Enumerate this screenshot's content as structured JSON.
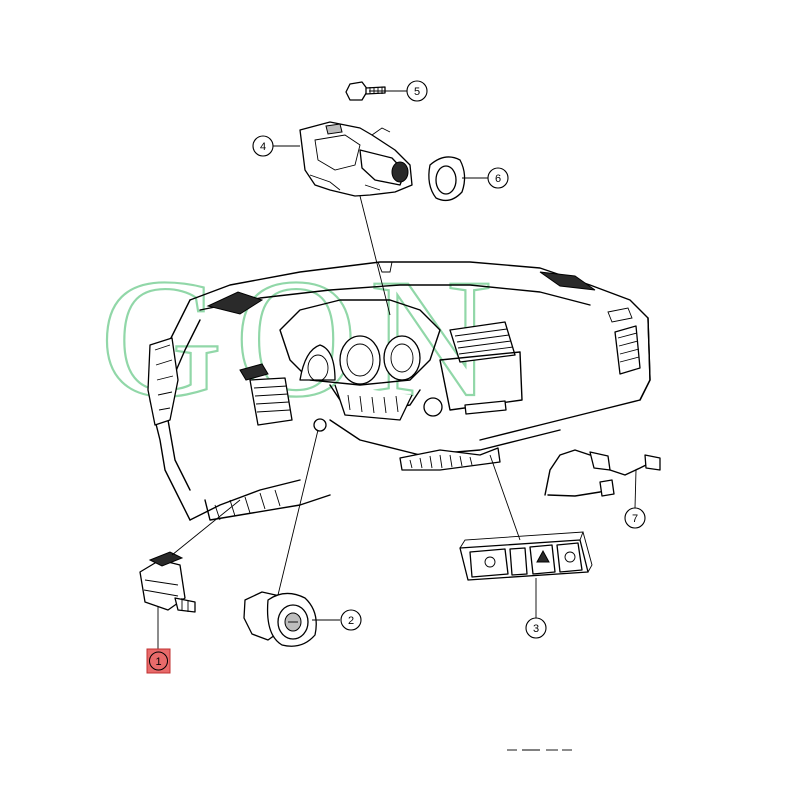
{
  "diagram": {
    "watermark": "GON",
    "colors": {
      "watermark": "#7ed19a",
      "highlight_fill": "#e86a6a",
      "highlight_stroke": "#c03030",
      "line": "#000000",
      "background": "#ffffff"
    },
    "callouts": [
      {
        "id": "1",
        "label": "1",
        "highlighted": true
      },
      {
        "id": "2",
        "label": "2",
        "highlighted": false
      },
      {
        "id": "3",
        "label": "3",
        "highlighted": false
      },
      {
        "id": "4",
        "label": "4",
        "highlighted": false
      },
      {
        "id": "5",
        "label": "5",
        "highlighted": false
      },
      {
        "id": "6",
        "label": "6",
        "highlighted": false
      },
      {
        "id": "7",
        "label": "7",
        "highlighted": false
      }
    ]
  }
}
